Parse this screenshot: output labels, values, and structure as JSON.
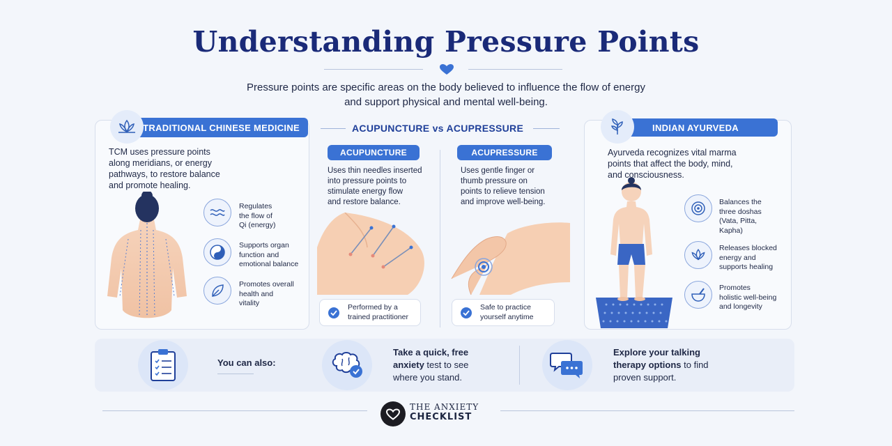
{
  "header": {
    "title": "Understanding Pressure Points",
    "intro_line1": "Pressure points are specific areas on the body believed to influence the flow of energy",
    "intro_line2": "and support physical and mental well-being."
  },
  "tcm": {
    "label": "TRADITIONAL CHINESE MEDICINE",
    "desc": [
      "TCM uses pressure points",
      "along meridians, or energy",
      "pathways, to restore balance",
      "and promote healing."
    ],
    "features": [
      {
        "icon": "wave-icon",
        "lines": [
          "Regulates",
          "the flow of",
          "Qi (energy)"
        ]
      },
      {
        "icon": "yin-yang-icon",
        "lines": [
          "Supports organ",
          "function and",
          "emotional balance"
        ]
      },
      {
        "icon": "leaf-icon",
        "lines": [
          "Promotes overall",
          "health and",
          "vitality"
        ]
      }
    ]
  },
  "middle": {
    "title": "ACUPUNCTURE vs ACUPRESSURE",
    "acupuncture": {
      "label": "ACUPUNCTURE",
      "desc": [
        "Uses thin needles inserted",
        "into pressure points to",
        "stimulate energy flow",
        "and restore balance."
      ],
      "check": [
        "Performed by a",
        "trained practitioner"
      ]
    },
    "acupressure": {
      "label": "ACUPRESSURE",
      "desc": [
        "Uses gentle finger or",
        "thumb pressure on",
        "points to relieve tension",
        "and improve well-being."
      ],
      "check": [
        "Safe to practice",
        "yourself anytime"
      ]
    }
  },
  "ayurveda": {
    "label": "INDIAN AYURVEDA",
    "desc": [
      "Ayurveda recognizes vital marma",
      "points that affect the body, mind,",
      "and consciousness."
    ],
    "features": [
      {
        "icon": "target-icon",
        "lines": [
          "Balances the",
          "three doshas",
          "(Vata, Pitta,",
          "Kapha)"
        ]
      },
      {
        "icon": "lotus-icon",
        "lines": [
          "Releases blocked",
          "energy and",
          "supports healing"
        ]
      },
      {
        "icon": "mortar-icon",
        "lines": [
          "Promotes",
          "holistic well-being",
          "and longevity"
        ]
      }
    ]
  },
  "bottom": {
    "you_can_also": "You can also:",
    "cta1_bold1": "Take a quick, free",
    "cta1_bold2": "anxiety",
    "cta1_rest2": " test to see",
    "cta1_line3": "where you stand.",
    "cta2_bold1": "Explore your talking",
    "cta2_bold2": "therapy options",
    "cta2_rest2": " to find",
    "cta2_line3": "proven support."
  },
  "footer": {
    "brand_line1": "THE ANXIETY",
    "brand_line2": "CHECKLIST"
  },
  "colors": {
    "navy": "#1a2a78",
    "accent": "#3a72d4",
    "background": "#f3f6fb"
  }
}
